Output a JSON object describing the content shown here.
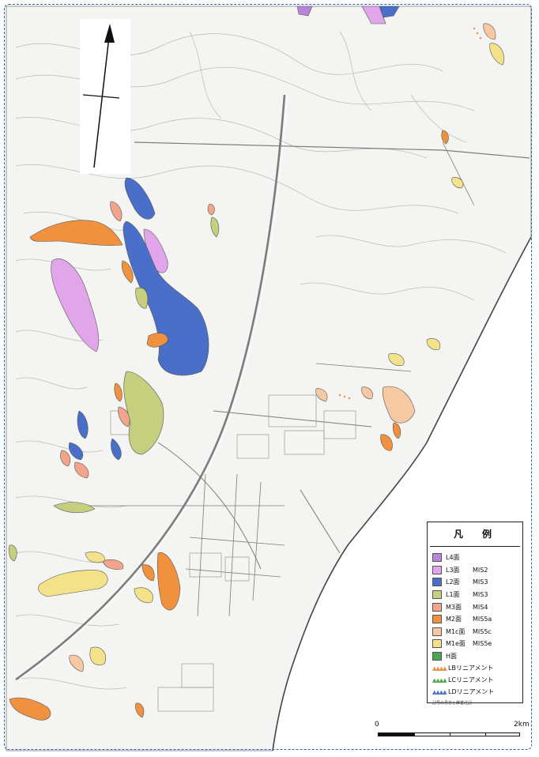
{
  "map": {
    "legend": {
      "title": "凡　例",
      "items": [
        {
          "label": "L4面",
          "mis": "",
          "color": "#b985d8"
        },
        {
          "label": "L3面",
          "mis": "MIS2",
          "color": "#e1a6ea"
        },
        {
          "label": "L2面",
          "mis": "MIS3",
          "color": "#4a6fc8"
        },
        {
          "label": "L1面",
          "mis": "MIS3",
          "color": "#c6cf7e"
        },
        {
          "label": "M3面",
          "mis": "MIS4",
          "color": "#f2a48d"
        },
        {
          "label": "M2面",
          "mis": "MIS5a",
          "color": "#f0913f"
        },
        {
          "label": "M1c面",
          "mis": "MIS5c",
          "color": "#f6c9a3"
        },
        {
          "label": "M1e面",
          "mis": "MIS5e",
          "color": "#f4e28b"
        },
        {
          "label": "H面",
          "mis": "",
          "color": "#4aa651"
        }
      ],
      "lineaments": [
        {
          "label": "LBリニアメント",
          "color": "#f08a3a"
        },
        {
          "label": "LCリニアメント",
          "color": "#4aa651"
        },
        {
          "label": "LDリニアメント",
          "color": "#4a6fc8"
        }
      ],
      "note": "記号の見方と弊害注記"
    },
    "scale": {
      "start": "0",
      "end": "2km"
    },
    "icons": {
      "north_arrow": "north-arrow-icon"
    },
    "colors": {
      "frame": "#2a5fb4",
      "sea": "#ffffff",
      "land": "#f3f3f1"
    }
  }
}
